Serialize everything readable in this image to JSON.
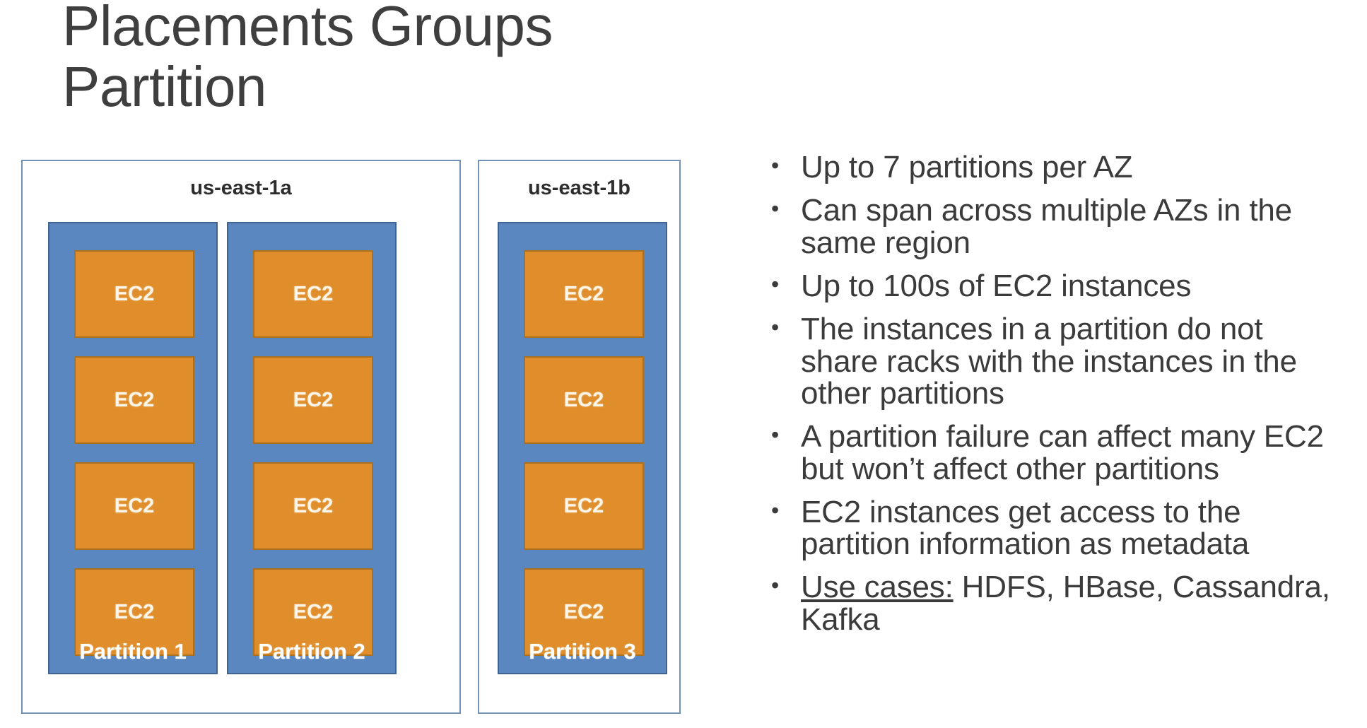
{
  "slide": {
    "title": "Placements Groups\nPartition",
    "title_color": "#3f3f3f",
    "background": "#ffffff"
  },
  "theme": {
    "partition_fill": "#5b87c0",
    "partition_border": "#41638f",
    "ec2_fill": "#e08e2c",
    "ec2_border": "#a9711f",
    "az_border": "#7292b6",
    "ec2_text_color": "#fdf6e8",
    "partition_text_color": "#ffffff"
  },
  "diagram": {
    "availability_zones": [
      {
        "label": "us-east-1a",
        "partitions": [
          {
            "label": "Partition 1",
            "instances": [
              "EC2",
              "EC2",
              "EC2",
              "EC2"
            ]
          },
          {
            "label": "Partition 2",
            "instances": [
              "EC2",
              "EC2",
              "EC2",
              "EC2"
            ]
          }
        ]
      },
      {
        "label": "us-east-1b",
        "partitions": [
          {
            "label": "Partition 3",
            "instances": [
              "EC2",
              "EC2",
              "EC2",
              "EC2"
            ]
          }
        ]
      }
    ]
  },
  "bullets": [
    {
      "text": "Up to 7 partitions per AZ",
      "lead": "",
      "rest": "Up to 7 partitions per AZ"
    },
    {
      "text": "Can span across multiple AZs in the same region",
      "lead": "",
      "rest": "Can span across multiple AZs in the same region"
    },
    {
      "text": "Up to 100s of EC2 instances",
      "lead": "",
      "rest": "Up to 100s of EC2 instances"
    },
    {
      "text": "The instances in a partition do not share racks with the instances in the other partitions",
      "lead": "",
      "rest": "The instances in a partition do not share racks with the instances in the other partitions"
    },
    {
      "text": "A partition failure can affect many EC2 but won’t affect other partitions",
      "lead": "",
      "rest": "A partition failure can affect many EC2 but won’t affect other partitions"
    },
    {
      "text": "EC2 instances get access to the partition information as metadata",
      "lead": "",
      "rest": "EC2 instances get access to the partition information as metadata"
    },
    {
      "text": "Use cases: HDFS, HBase, Cassandra, Kafka",
      "lead": "Use cases:",
      "rest": " HDFS, HBase, Cassandra, Kafka"
    }
  ]
}
